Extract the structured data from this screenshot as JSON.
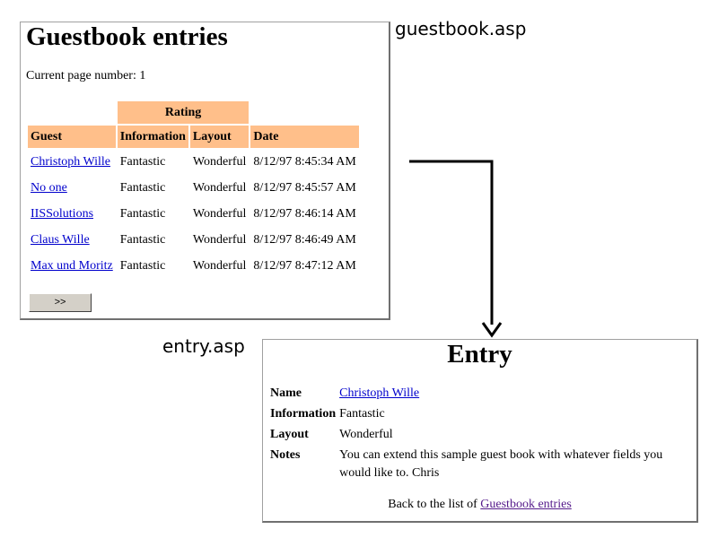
{
  "guestbook": {
    "file_label": "guestbook.asp",
    "title": "Guestbook entries",
    "page_label": "Current page number: ",
    "page_number": "1",
    "group_header": "Rating",
    "columns": [
      "Guest",
      "Information",
      "Layout",
      "Date"
    ],
    "rows": [
      {
        "guest": "Christoph Wille",
        "information": "Fantastic",
        "layout": "Wonderful",
        "date": "8/12/97 8:45:34 AM"
      },
      {
        "guest": "No one",
        "information": "Fantastic",
        "layout": "Wonderful",
        "date": "8/12/97 8:45:57 AM"
      },
      {
        "guest": "IISSolutions",
        "information": "Fantastic",
        "layout": "Wonderful",
        "date": "8/12/97 8:46:14 AM"
      },
      {
        "guest": "Claus Wille",
        "information": "Fantastic",
        "layout": "Wonderful",
        "date": "8/12/97 8:46:49 AM"
      },
      {
        "guest": "Max und Moritz",
        "information": "Fantastic",
        "layout": "Wonderful",
        "date": "8/12/97 8:47:12 AM"
      }
    ],
    "next_label": ">>",
    "header_color": "#ffbf8a"
  },
  "entry": {
    "file_label": "entry.asp",
    "title": "Entry",
    "fields": [
      {
        "label": "Name",
        "value": "Christoph Wille",
        "is_link": true
      },
      {
        "label": "Information",
        "value": "Fantastic",
        "is_link": false
      },
      {
        "label": "Layout",
        "value": "Wonderful",
        "is_link": false
      },
      {
        "label": "Notes",
        "value": "You can extend this sample guest book with whatever fields you would like to. Chris",
        "is_link": false
      }
    ],
    "back_text": "Back to the list of ",
    "back_link": "Guestbook entries"
  }
}
